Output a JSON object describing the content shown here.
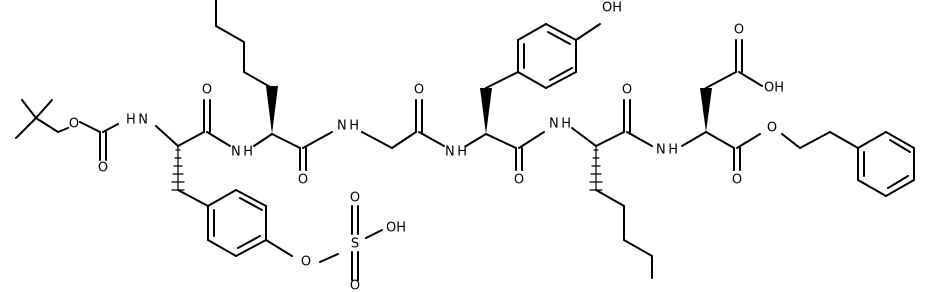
{
  "molecule": {
    "atom_labels": {
      "o_boc_ether": "O",
      "o_boc_carbonyl": "O",
      "nh_boc": "H N",
      "o_tyr1_co": "O",
      "nh_nle1": "N H",
      "o_nle1_co": "O",
      "nh_gly": "N H",
      "o_gly_co": "O",
      "nh_tyr2": "N H",
      "o_tyr2_co": "O",
      "nh_nle2": "N H",
      "o_nle2_co": "O",
      "nh_asp": "N H",
      "o_ester_carbonyl": "O",
      "o_ester": "O",
      "o_acid_carbonyl": "O",
      "oh_acid": "OH",
      "oh_phenol": "OH",
      "o_sulfate_link": "O",
      "s_sulfate": "S",
      "o_sulfate_top": "O",
      "o_sulfate_bottom": "O",
      "oh_sulfate": "OH"
    }
  }
}
